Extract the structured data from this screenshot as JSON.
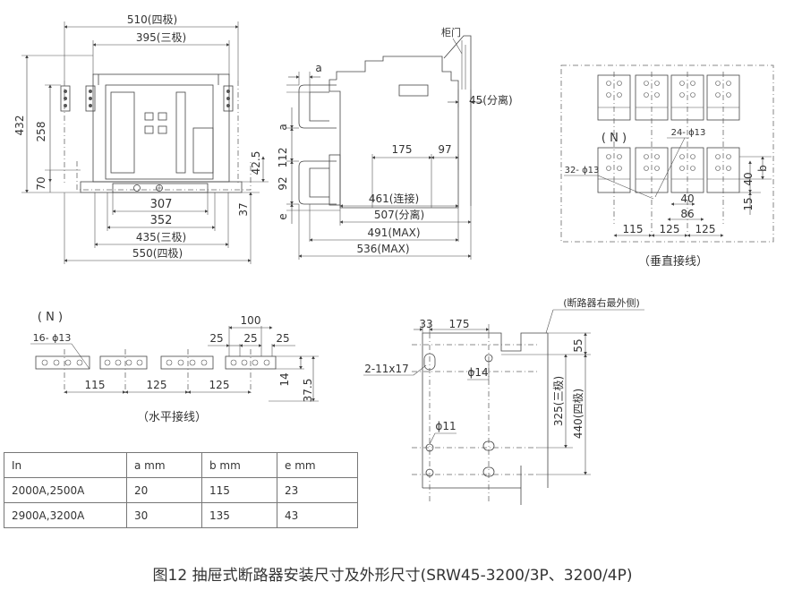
{
  "front_view": {
    "dims": [
      "510(四极)",
      "395(三极)",
      "432",
      "258",
      "70",
      "42.5",
      "37",
      "307",
      "352",
      "435(三极)",
      "550(四极)"
    ]
  },
  "side_view": {
    "cabinet_door": "柜门",
    "dims": [
      "a",
      "45",
      "(分离)",
      "a",
      "112",
      "92",
      "e",
      "175",
      "97",
      "461(连接)",
      "507(分离)",
      "491(MAX)",
      "536(MAX)"
    ]
  },
  "vertical_wiring": {
    "neutral": "( N )",
    "hole_top": "24- ϕ13",
    "hole_left": "32- ϕ13",
    "dims": [
      "b",
      "40",
      "15",
      "40",
      "86",
      "115",
      "125",
      "125"
    ],
    "caption": "（垂直接线）"
  },
  "horizontal_wiring": {
    "neutral": "( N )",
    "holes": "16- ϕ13",
    "dims": [
      "100",
      "25",
      "25",
      "25",
      "115",
      "125",
      "125",
      "14",
      "37.5"
    ],
    "caption": "（水平接线）"
  },
  "mounting": {
    "note": "(断路器右最外侧)",
    "dims": [
      "33",
      "175",
      "55",
      "2-11x17",
      "ϕ14",
      "325(三极)",
      "440(四极)",
      "ϕ11"
    ]
  },
  "table": {
    "headers": [
      "In",
      "a mm",
      "b mm",
      "e mm"
    ],
    "rows": [
      [
        "2000A,2500A",
        "20",
        "115",
        "23"
      ],
      [
        "2900A,3200A",
        "30",
        "135",
        "43"
      ]
    ]
  },
  "caption": "图12 抽屉式断路器安装尺寸及外形尺寸(SRW45-3200/3P、3200/4P)"
}
